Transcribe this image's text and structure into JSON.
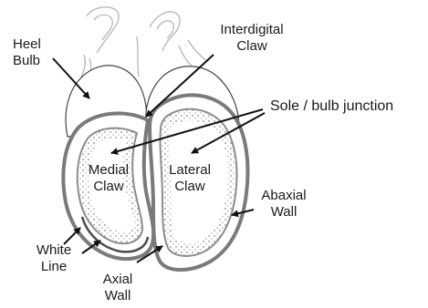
{
  "labels": {
    "heel_bulb": [
      "Heel",
      "Bulb"
    ],
    "interdigital_claw": [
      "Interdigital",
      "Claw"
    ],
    "sole_bulb_junction": "Sole / bulb junction",
    "medial_claw": [
      "Medial",
      "Claw"
    ],
    "lateral_claw": [
      "Lateral",
      "Claw"
    ],
    "abaxial_wall": [
      "Abaxial",
      "Wall"
    ],
    "white_line": [
      "White",
      "Line"
    ],
    "axial_wall": [
      "Axial",
      "Wall"
    ]
  }
}
